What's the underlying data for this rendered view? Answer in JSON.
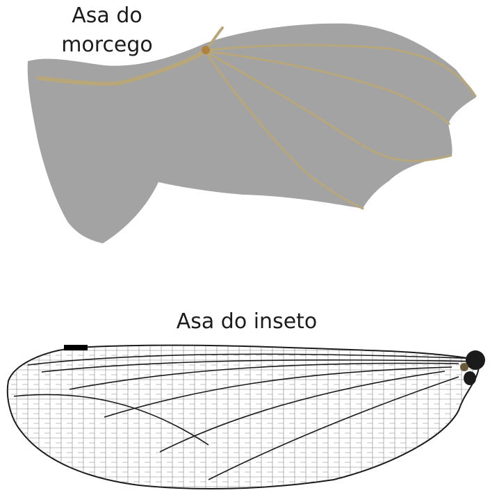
{
  "bat_wing": {
    "label_line1": "Asa do",
    "label_line2": "morcego",
    "membrane_color": "#a3a3a3",
    "bone_color": "#b9a77c"
  },
  "insect_wing": {
    "label": "Asa do inseto",
    "vein_color": "#1a1a1a",
    "stigma_color": "#000000"
  }
}
